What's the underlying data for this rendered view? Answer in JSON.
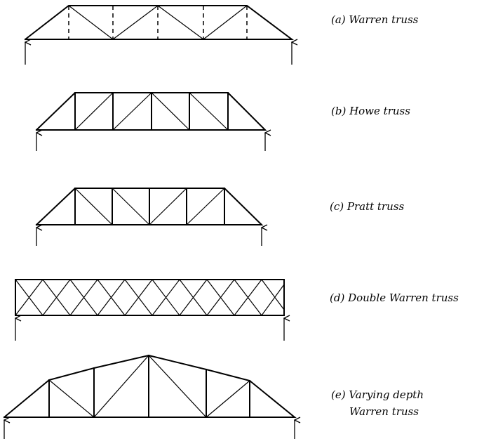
{
  "trusses": [
    {
      "id": "warren",
      "label": "(a) Warren truss"
    },
    {
      "id": "howe",
      "label": "(b) Howe truss"
    },
    {
      "id": "pratt",
      "label": "(c) Pratt truss"
    },
    {
      "id": "double-warren",
      "label": "(d) Double Warren truss"
    },
    {
      "id": "varying-depth",
      "label_line1": "(e) Varying depth",
      "label_line2": "Warren truss"
    }
  ]
}
